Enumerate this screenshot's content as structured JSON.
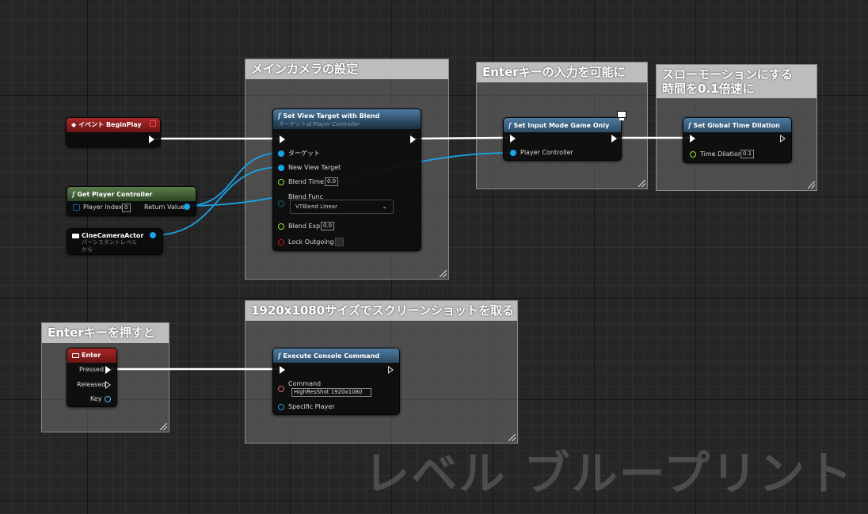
{
  "comments": {
    "main_camera": "メインカメラの設定",
    "enter_input": "Enterキーの入力を可能に",
    "slow_motion_l1": "スローモーションにする",
    "slow_motion_l2": "時間を0.1倍速に",
    "screenshot": "1920x1080サイズでスクリーンショットを取る",
    "enter_press": "Enterキーを押すと"
  },
  "nodes": {
    "begin_play": {
      "title": "イベント BeginPlay"
    },
    "get_player_controller": {
      "title": "Get Player Controller",
      "player_index_label": "Player Index",
      "player_index_value": "0",
      "return_value_label": "Return Value"
    },
    "cine_camera": {
      "title": "CineCameraActor",
      "subtitle": "パーシスタントレベル から"
    },
    "set_view_target": {
      "title": "Set View Target with Blend",
      "subtitle": "ターゲットは Player Controller",
      "target_label": "ターゲット",
      "new_view_target_label": "New View Target",
      "blend_time_label": "Blend Time",
      "blend_time_value": "0.0",
      "blend_func_label": "Blend Func",
      "blend_func_value": "VTBlend Linear",
      "blend_exp_label": "Blend Exp",
      "blend_exp_value": "0.0",
      "lock_outgoing_label": "Lock Outgoing"
    },
    "set_input_mode": {
      "title": "Set Input Mode Game Only",
      "player_controller_label": "Player Controller"
    },
    "set_time_dilation": {
      "title": "Set Global Time Dilation",
      "time_dilation_label": "Time Dilation",
      "time_dilation_value": "0.1"
    },
    "enter_key": {
      "title": "Enter",
      "pressed_label": "Pressed",
      "released_label": "Released",
      "key_label": "Key"
    },
    "console_command": {
      "title": "Execute Console Command",
      "command_label": "Command",
      "command_value": "HighResShot 1920x1080",
      "specific_player_label": "Specific Player"
    }
  },
  "watermark": "レベル ブループリント",
  "icons": {
    "function": "function-f-icon",
    "event": "event-diamond-icon",
    "keyboard": "keyboard-icon",
    "camera": "camera-actor-icon",
    "monitor": "monitor-icon"
  },
  "colors": {
    "exec_wire": "#ffffff",
    "object_wire": "#1aa2e6",
    "function_header": "#3a5f7e",
    "event_header": "#8e1e1e",
    "pure_header": "#4a6a3c"
  }
}
